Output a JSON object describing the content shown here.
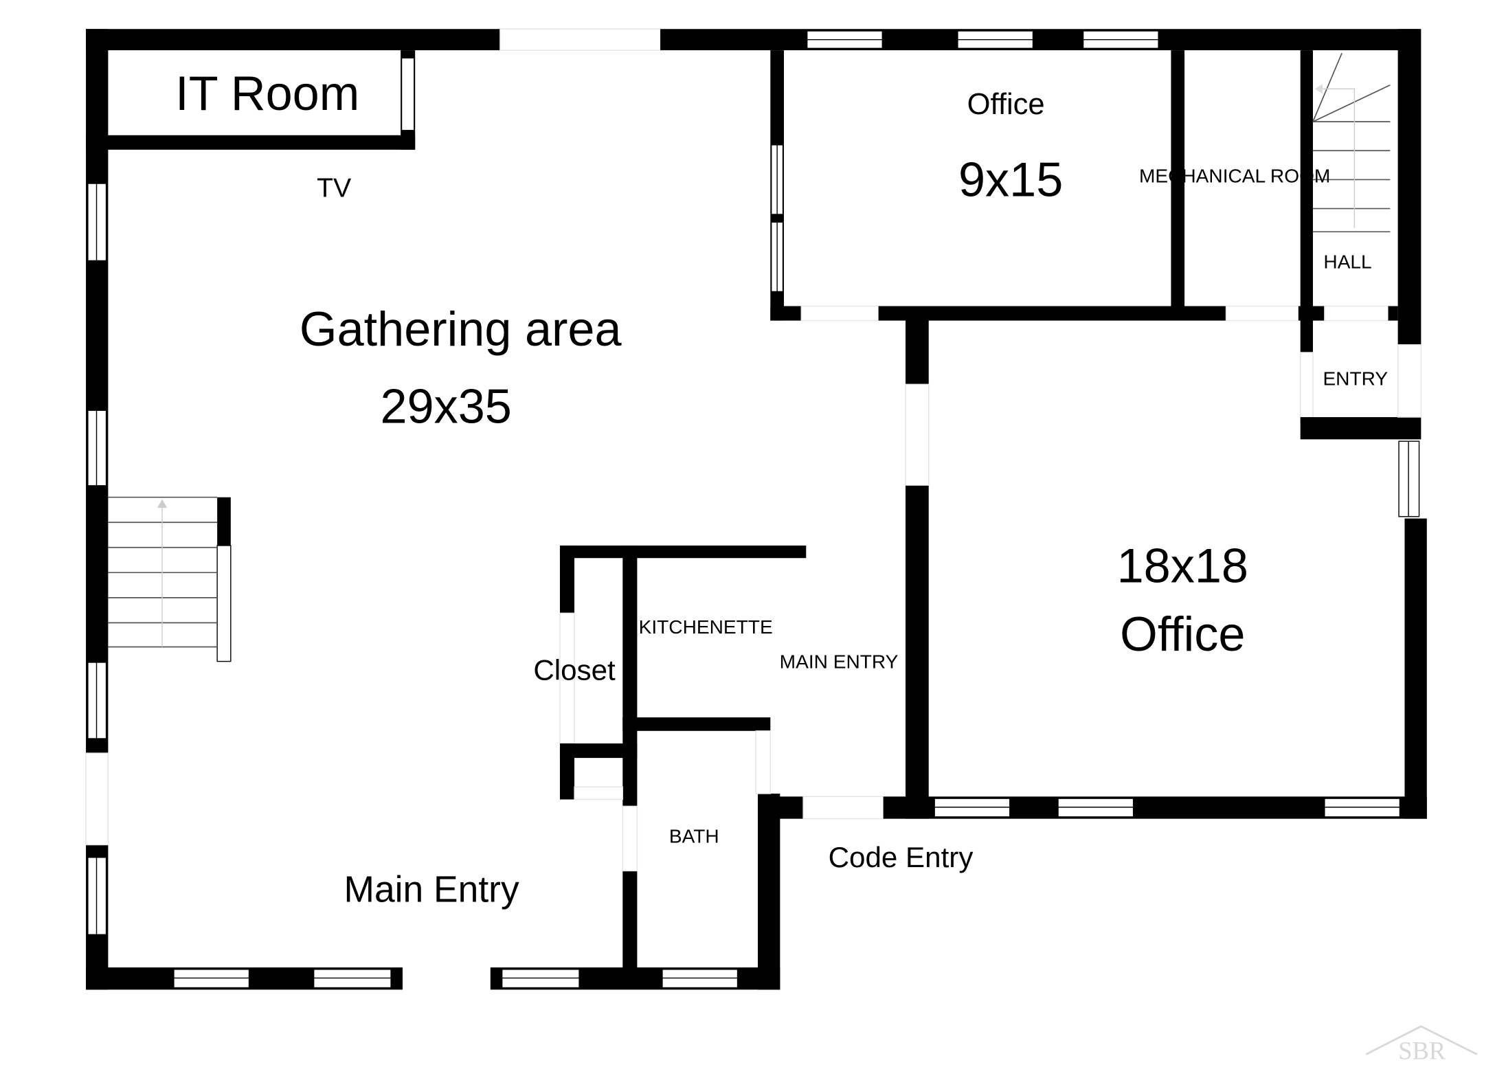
{
  "plan": {
    "rooms": {
      "it_room": "IT Room",
      "tv": "TV",
      "gathering_name": "Gathering area",
      "gathering_size": "29x35",
      "office_small_name": "Office",
      "office_small_size": "9x15",
      "mechanical": "MECHANICAL ROOM",
      "hall": "HALL",
      "entry": "ENTRY",
      "office_large_size": "18x18",
      "office_large_name": "Office",
      "kitchenette": "KITCHENETTE",
      "closet": "Closet",
      "main_entry_inner": "MAIN ENTRY",
      "bath": "BATH",
      "code_entry": "Code Entry",
      "main_entry": "Main Entry"
    },
    "watermark": "SBR"
  }
}
